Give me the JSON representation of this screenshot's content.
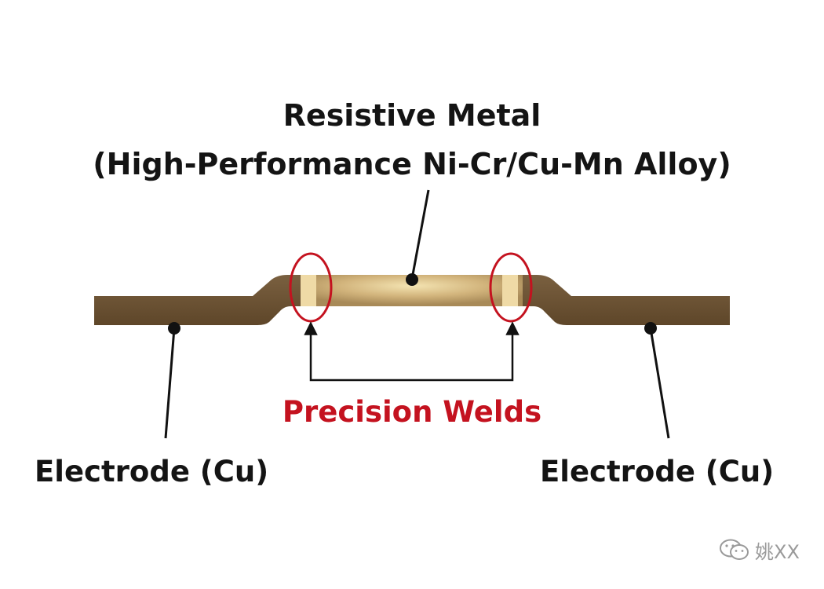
{
  "title": {
    "line1": "Resistive Metal",
    "line2": "(High-Performance Ni-Cr/Cu-Mn Alloy)"
  },
  "labels": {
    "welds": "Precision Welds",
    "electrode_left": "Electrode (Cu)",
    "electrode_right": "Electrode (Cu)"
  },
  "watermark": {
    "icon": "wechat-icon",
    "text": "姚XX"
  },
  "colors": {
    "electrode": "#6e5536",
    "resistive": "#cdb07a",
    "weld": "#eed9a4",
    "accent": "#c4121f",
    "text": "#141414"
  }
}
